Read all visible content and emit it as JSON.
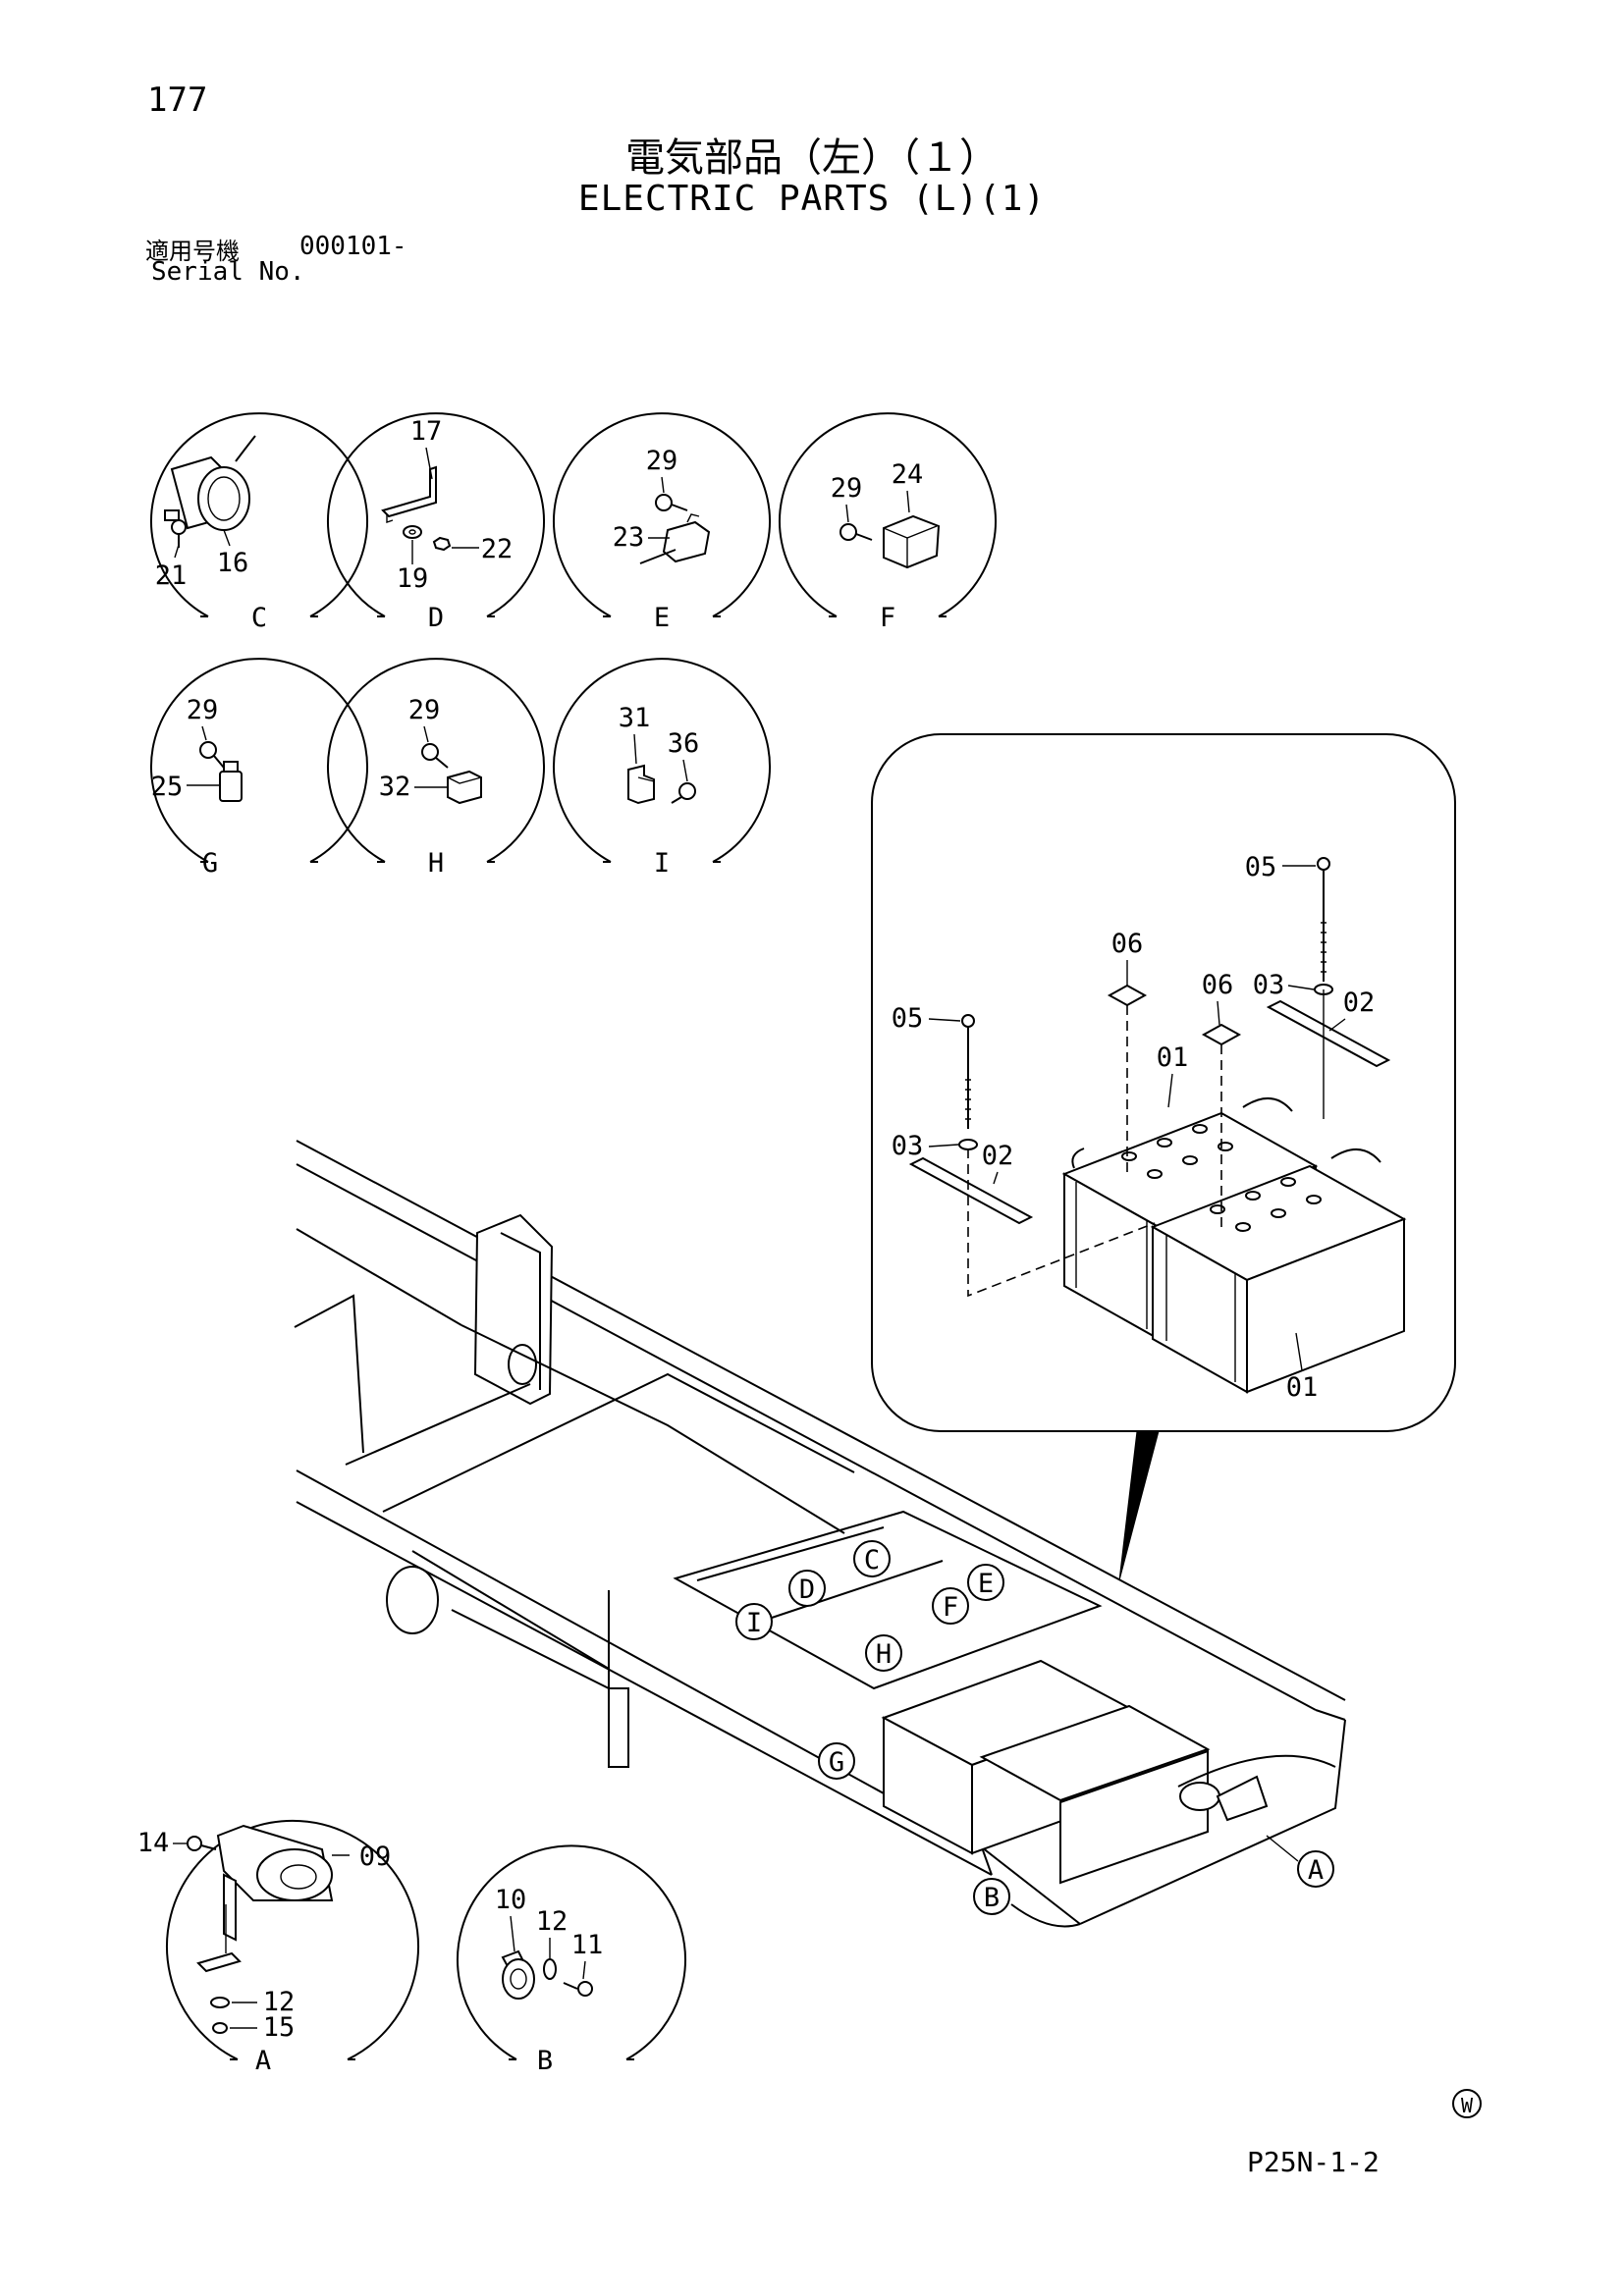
{
  "header": {
    "page_number": "177",
    "title_jp": "電気部品（左）（１）",
    "title_en": "ELECTRIC PARTS (L)(1)",
    "serial_label_jp": "適用号機",
    "serial_value": "000101-",
    "serial_label_en": "Serial No."
  },
  "details": [
    {
      "letter": "C",
      "parts": [
        "21",
        "16"
      ]
    },
    {
      "letter": "D",
      "parts": [
        "17",
        "19",
        "22"
      ]
    },
    {
      "letter": "E",
      "parts": [
        "29",
        "23"
      ]
    },
    {
      "letter": "F",
      "parts": [
        "29",
        "24"
      ]
    },
    {
      "letter": "G",
      "parts": [
        "29",
        "25"
      ]
    },
    {
      "letter": "H",
      "parts": [
        "29",
        "32"
      ]
    },
    {
      "letter": "I",
      "parts": [
        "31",
        "36"
      ]
    },
    {
      "letter": "A",
      "parts": [
        "14",
        "09",
        "12",
        "15"
      ]
    },
    {
      "letter": "B",
      "parts": [
        "10",
        "12",
        "11"
      ]
    }
  ],
  "battery_inset": {
    "parts": [
      "05",
      "06",
      "06",
      "03",
      "02",
      "01",
      "05",
      "03",
      "02",
      "01"
    ]
  },
  "frame_callouts": [
    "C",
    "D",
    "E",
    "I",
    "F",
    "H",
    "G",
    "B",
    "A"
  ],
  "footer": {
    "mark": "W",
    "page_code": "P25N-1-2"
  }
}
